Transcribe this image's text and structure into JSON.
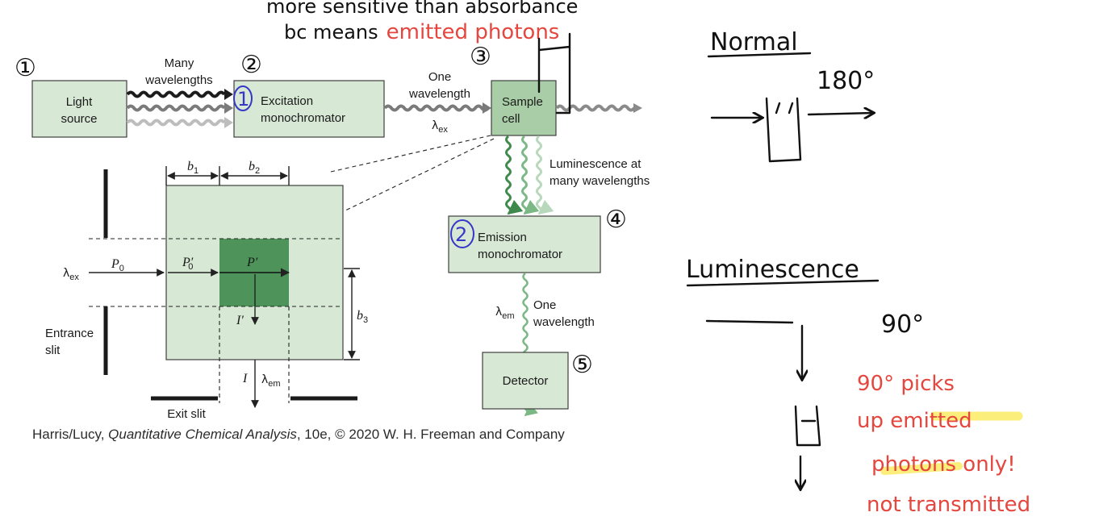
{
  "figure": {
    "credit_prefix": "Harris/Lucy, ",
    "credit_title": "Quantitative Chemical Analysis",
    "credit_suffix": ", 10e, © 2020 W. H. Freeman and Company",
    "light_source": "Light\nsource",
    "many_wavelengths": "Many\nwavelengths",
    "excitation_monochromator": "Excitation\nmonochromator",
    "one_wavelength_top": "One\nwavelength",
    "lambda_ex_top": "λ",
    "lambda_ex_top_sub": "ex",
    "sample_cell": "Sample\ncell",
    "luminescence": "Luminescence at\nmany wavelengths",
    "emission_monochromator": "Emission\nmonochromator",
    "lambda_em_right": "λ",
    "lambda_em_right_sub": "em",
    "one_wavelength_bottom": "One\nwavelength",
    "detector": "Detector",
    "inset": {
      "b1": "b",
      "b1_sub": "1",
      "b2": "b",
      "b2_sub": "2",
      "b3": "b",
      "b3_sub": "3",
      "lambda_ex": "λ",
      "lambda_ex_sub": "ex",
      "p0": "P",
      "p0_sub": "0",
      "p0_prime": "P′",
      "p0_prime_sub": "0",
      "p_prime": "P′",
      "i_prime": "I′",
      "i": "I",
      "lambda_em": "λ",
      "lambda_em_sub": "em",
      "entrance_slit": "Entrance\nslit",
      "exit_slit": "Exit slit"
    }
  },
  "annotations": {
    "top_note_line1": "more sensitive than absorbance",
    "top_note_line2_black": "bc means",
    "top_note_line2_red": "emitted photons",
    "num1": "①",
    "num2": "②",
    "num3": "③",
    "num4": "④",
    "num5": "⑤",
    "blue_1": "1",
    "blue_2": "2",
    "normal_title": "Normal",
    "normal_angle": "180°",
    "luminescence_title": "Luminescence",
    "lum_angle": "90°",
    "red_note_line1": "90° picks",
    "red_note_line2": "up emitted",
    "red_note_line3": "photons only!",
    "red_note_line4": "not transmitted"
  },
  "colors": {
    "box_fill": "#d7e8d5",
    "sample_fill": "#a9cda6",
    "beam_fill": "#4e945a",
    "red_ink": "#e5463e",
    "blue_ink": "#3636c8",
    "highlighter": "#fbe94f"
  }
}
